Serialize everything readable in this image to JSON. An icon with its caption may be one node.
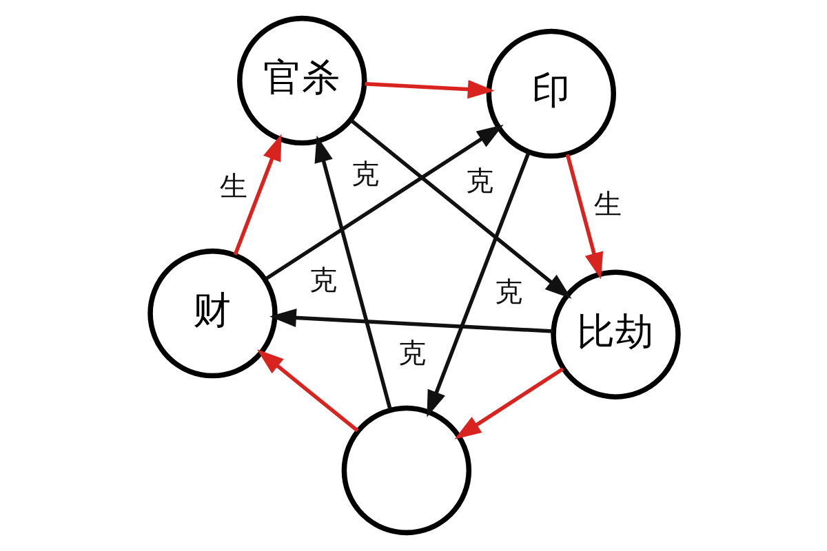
{
  "diagram": {
    "nodes": [
      {
        "text": [
          "官杀"
        ]
      },
      {
        "text": [
          "印"
        ]
      },
      {
        "text": [
          "财"
        ]
      },
      {
        "text": [
          "比劫"
        ]
      },
      {
        "text": [],
        "shape": "circle"
      }
    ],
    "edges": [
      {
        "from": 2,
        "to": 0,
        "arrow": "to",
        "label": "生",
        "color": "#d8231f"
      },
      {
        "from": 0,
        "to": 1,
        "arrow": "to",
        "color": "#d8231f"
      },
      {
        "from": 1,
        "to": 3,
        "arrow": "to",
        "label": "生",
        "color": "#d8231f"
      },
      {
        "from": 3,
        "to": 4,
        "arrow": "to",
        "color": "#d8231f"
      },
      {
        "from": 4,
        "to": 2,
        "arrow": "to",
        "color": "#d8231f"
      },
      {
        "from": 0,
        "to": 3,
        "arrow": "to",
        "label": "克",
        "color": "#111111"
      },
      {
        "from": 2,
        "to": 1,
        "arrow": "to",
        "label": "克",
        "color": "#111111"
      },
      {
        "from": 4,
        "to": 0,
        "arrow": "to",
        "label": "克",
        "color": "#111111"
      },
      {
        "from": 1,
        "to": 4,
        "arrow": "to",
        "label": "克",
        "color": "#111111"
      },
      {
        "from": 3,
        "to": 2,
        "arrow": "to",
        "label": "克",
        "color": "#111111"
      }
    ]
  }
}
